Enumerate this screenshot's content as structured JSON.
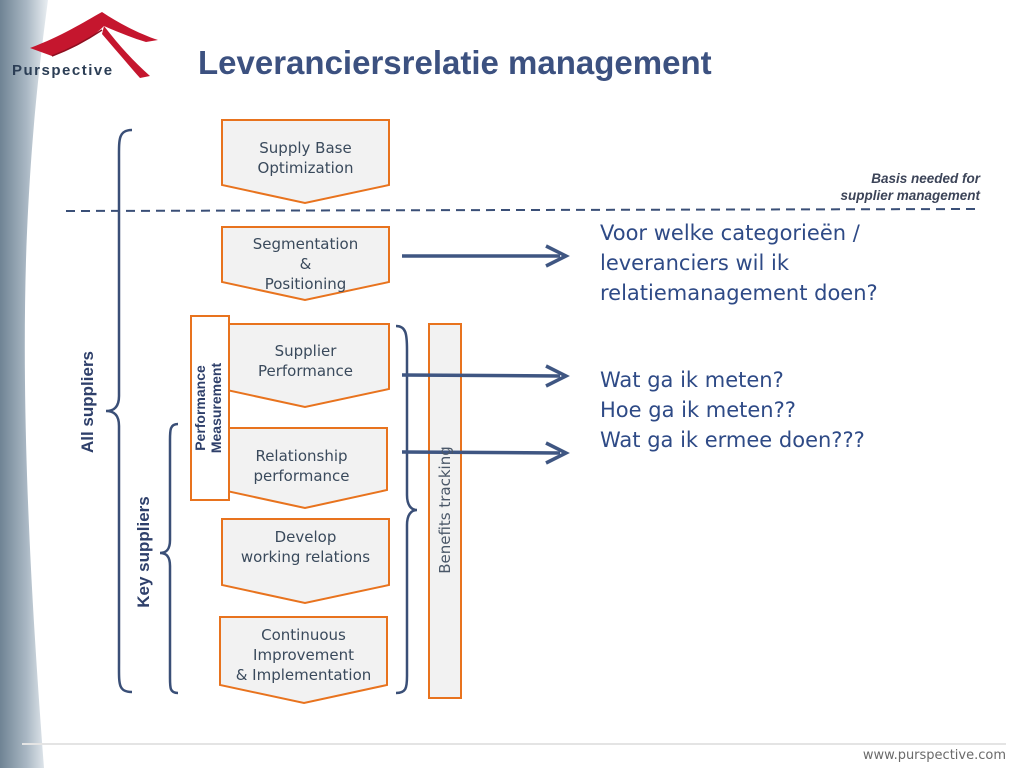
{
  "header": {
    "title": "Leveranciersrelatie management",
    "brand": "Purspective"
  },
  "stages": [
    {
      "label": "Supply Base\nOptimization"
    },
    {
      "label": "Segmentation\n&\nPositioning"
    },
    {
      "label": "Supplier\nPerformance"
    },
    {
      "label": "Relationship\nperformance"
    },
    {
      "label": "Develop\nworking relations"
    },
    {
      "label": "Continuous\nImprovement\n& Implementation"
    }
  ],
  "basis_note": "Basis needed for\nsupplier management",
  "side_labels": {
    "all_suppliers": "All  suppliers",
    "key_suppliers": "Key suppliers",
    "performance_measurement": "Performance\nMeasurement",
    "benefits_tracking": "Benefits tracking"
  },
  "questions": {
    "segmentation": "Voor welke categorieën /\nleveranciers wil ik\nrelatiemanagement doen?",
    "measurement": "Wat ga ik meten?\nHoe ga ik meten??\nWat ga ik ermee doen???"
  },
  "footer": {
    "url": "www.purspective.com"
  },
  "colors": {
    "title": "#3c5180",
    "box_border": "#e8731e",
    "box_fill": "#f2f2f2",
    "navy": "#2e3f6a",
    "arrow": "#3f5682",
    "brand_red": "#c5162e"
  }
}
